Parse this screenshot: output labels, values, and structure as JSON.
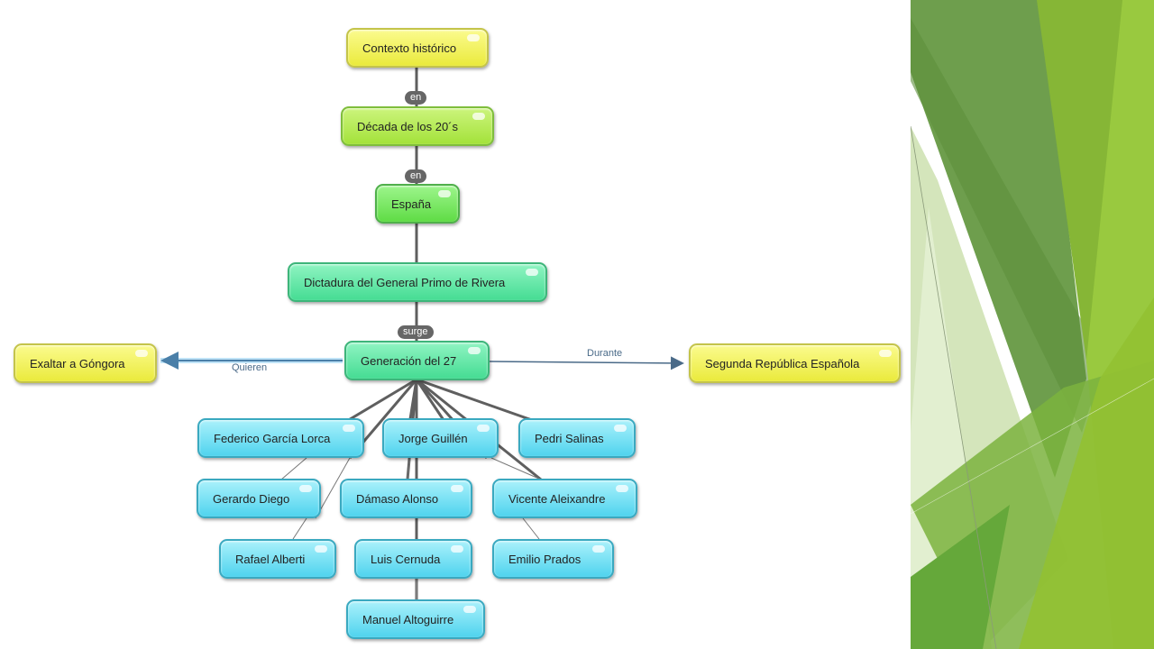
{
  "concept_map": {
    "nodes": [
      {
        "id": "contexto",
        "label": "Contexto histórico"
      },
      {
        "id": "decada",
        "label": "Década de los 20´s"
      },
      {
        "id": "espana",
        "label": "España"
      },
      {
        "id": "dictadura",
        "label": "Dictadura del General Primo de Rivera"
      },
      {
        "id": "generacion",
        "label": "Generación del 27"
      },
      {
        "id": "gongora",
        "label": "Exaltar a Góngora"
      },
      {
        "id": "republica",
        "label": "Segunda República Española"
      },
      {
        "id": "lorca",
        "label": "Federico García Lorca"
      },
      {
        "id": "guillen",
        "label": "Jorge Guillén"
      },
      {
        "id": "salinas",
        "label": "Pedri Salinas"
      },
      {
        "id": "diego",
        "label": "Gerardo Diego"
      },
      {
        "id": "alonso",
        "label": "Dámaso Alonso"
      },
      {
        "id": "aleixandre",
        "label": "Vicente Aleixandre"
      },
      {
        "id": "alberti",
        "label": "Rafael Alberti"
      },
      {
        "id": "cernuda",
        "label": "Luis Cernuda"
      },
      {
        "id": "prados",
        "label": "Emilio Prados"
      },
      {
        "id": "altoguirre",
        "label": "Manuel Altoguirre"
      }
    ],
    "link_labels": {
      "en_1": "en",
      "en_2": "en",
      "surge": "surge",
      "quieren": "Quieren",
      "durante": "Durante"
    }
  },
  "colors": {
    "yellow": "#eaea3c",
    "lime": "#a3e23a",
    "green": "#5fdc45",
    "mint": "#45dc93",
    "cyan": "#4fd3ee",
    "highlight_arrow": "#5aa8e6"
  }
}
